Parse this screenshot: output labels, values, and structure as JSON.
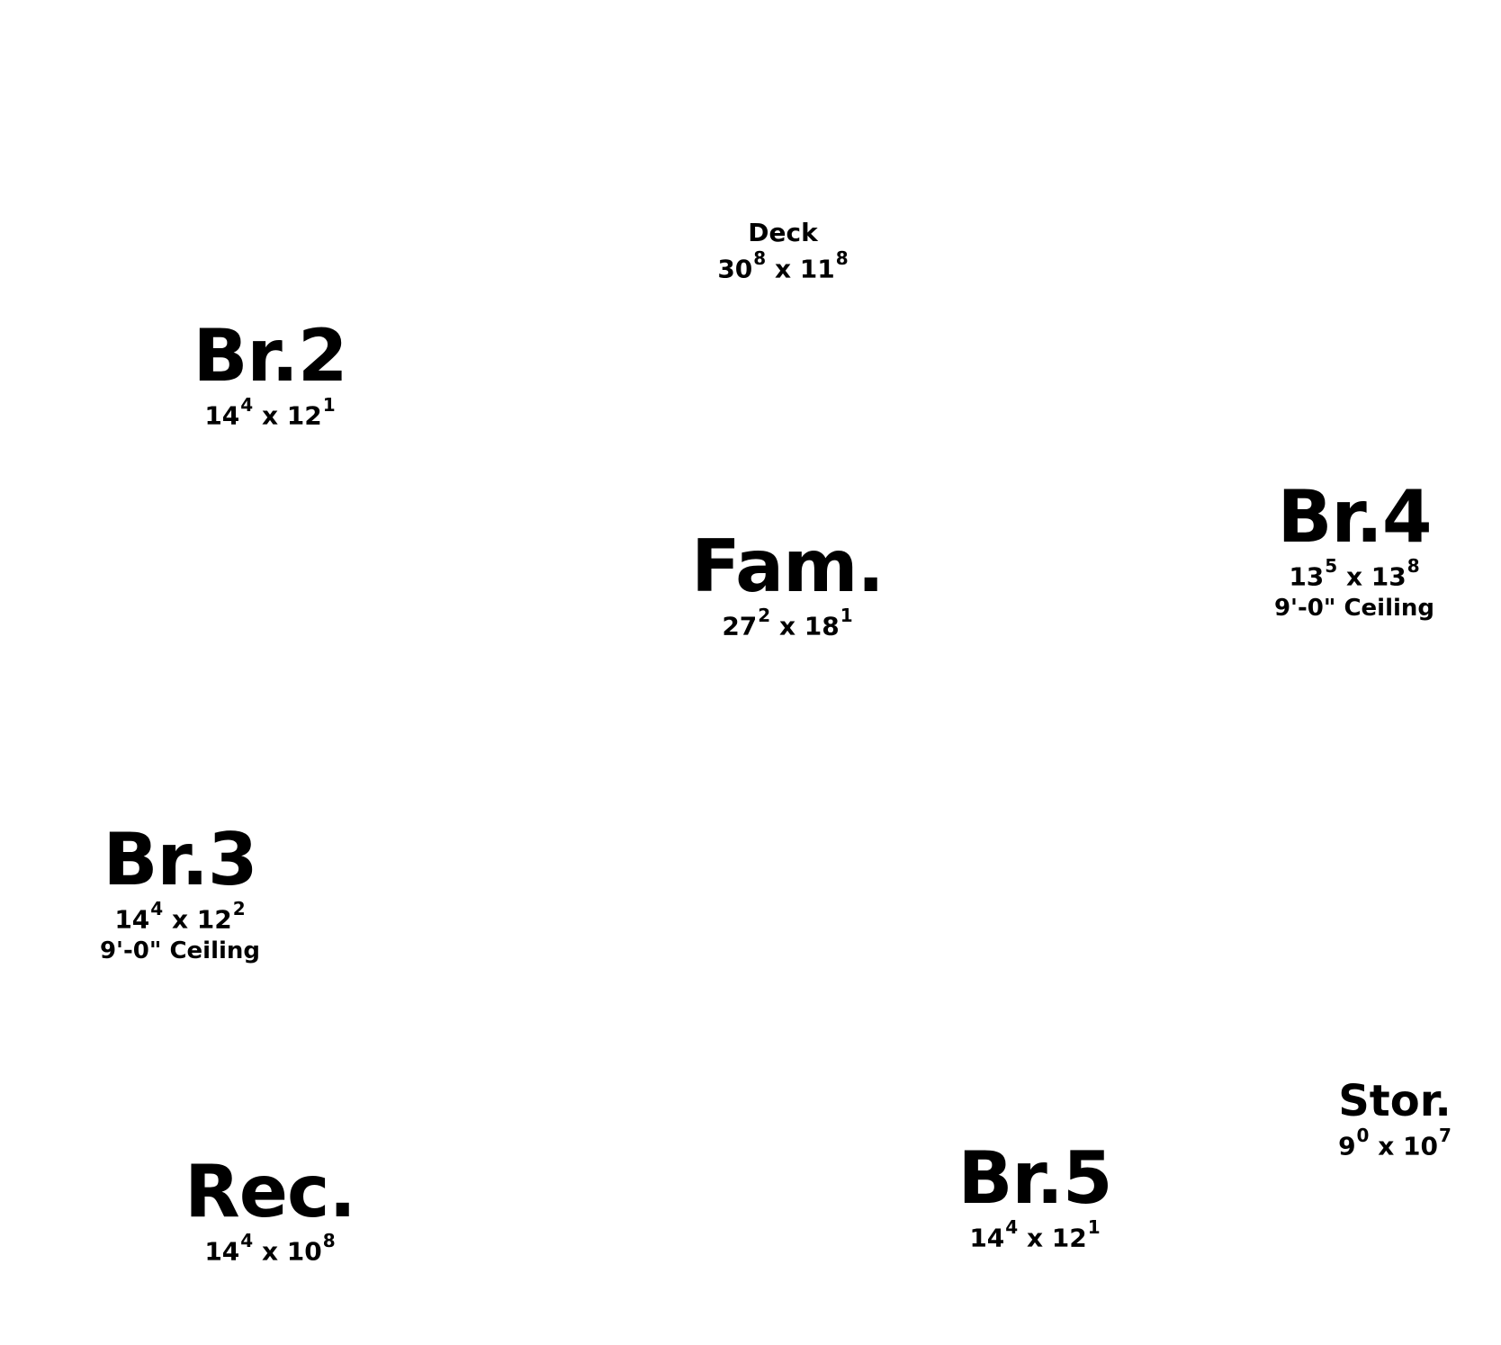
{
  "rooms": {
    "deck": {
      "name": "Deck",
      "w": "30",
      "w_in": "8",
      "x": "x",
      "d": "11",
      "d_in": "8"
    },
    "br2": {
      "name": "Br.2",
      "w": "14",
      "w_in": "4",
      "x": "x",
      "d": "12",
      "d_in": "1"
    },
    "fam": {
      "name": "Fam.",
      "w": "27",
      "w_in": "2",
      "x": "x",
      "d": "18",
      "d_in": "1"
    },
    "br4": {
      "name": "Br.4",
      "w": "13",
      "w_in": "5",
      "x": "x",
      "d": "13",
      "d_in": "8",
      "ceiling": "9'-0\" Ceiling"
    },
    "br3": {
      "name": "Br.3",
      "w": "14",
      "w_in": "4",
      "x": "x",
      "d": "12",
      "d_in": "2",
      "ceiling": "9'-0\" Ceiling"
    },
    "stor": {
      "name": "Stor.",
      "w": "9",
      "w_in": "0",
      "x": "x",
      "d": "10",
      "d_in": "7"
    },
    "br5": {
      "name": "Br.5",
      "w": "14",
      "w_in": "4",
      "x": "x",
      "d": "12",
      "d_in": "1"
    },
    "rec": {
      "name": "Rec.",
      "w": "14",
      "w_in": "4",
      "x": "x",
      "d": "10",
      "d_in": "8"
    }
  }
}
